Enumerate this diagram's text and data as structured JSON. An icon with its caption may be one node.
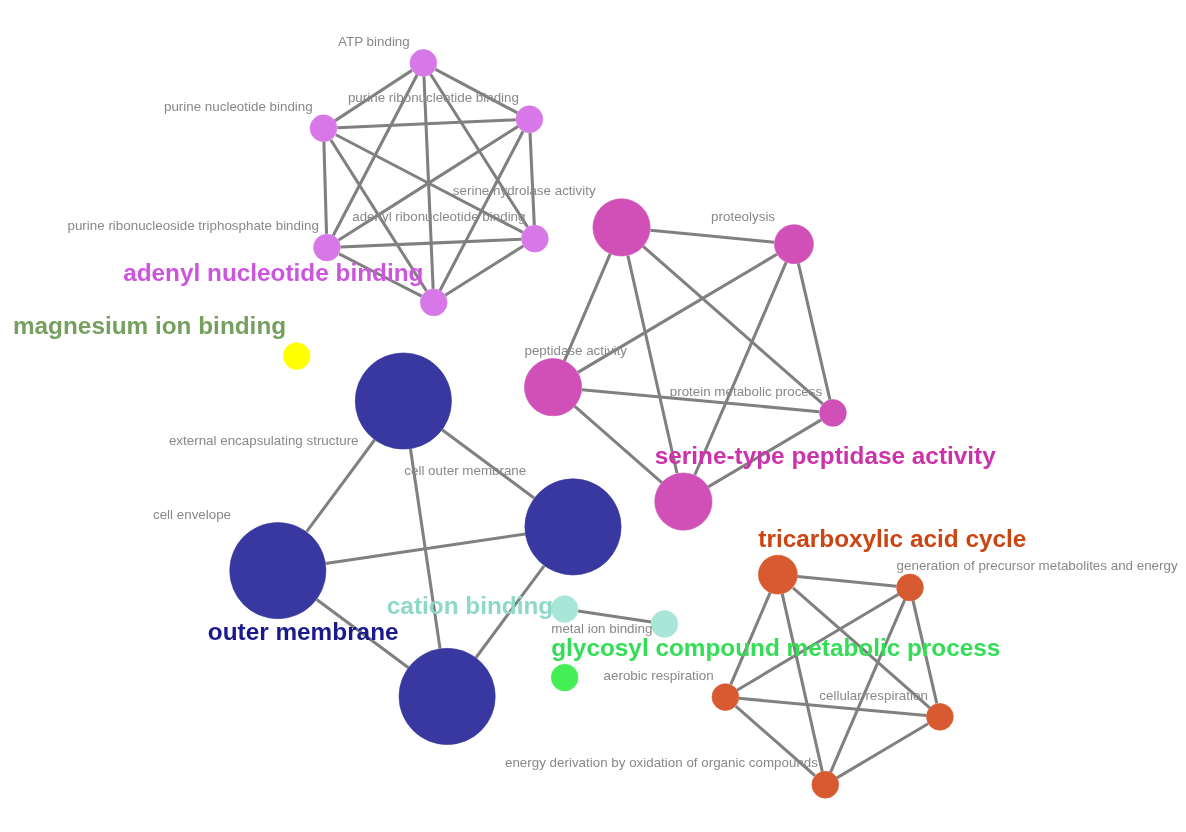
{
  "diagram": {
    "nodes": [
      {
        "text": [],
        "shape": "circle",
        "beside": [
          "cation binding"
        ]
      },
      {
        "text": [],
        "shape": "circle",
        "beside": [
          "metal ion binding"
        ]
      },
      {
        "text": [],
        "shape": "circle",
        "beside": [
          "cell envelope"
        ]
      },
      {
        "text": [],
        "shape": "circle",
        "beside": [
          "cell outer membrane"
        ]
      },
      {
        "text": [],
        "shape": "circle",
        "beside": [
          "outer membrane"
        ]
      },
      {
        "text": [],
        "shape": "circle",
        "beside": [
          "external encapsulating structure"
        ]
      },
      {
        "text": [],
        "shape": "circle",
        "beside": [
          "glycosyl compound metabolic process"
        ]
      },
      {
        "text": [],
        "shape": "circle",
        "beside": [
          "magnesium ion binding"
        ]
      },
      {
        "text": [],
        "shape": "circle",
        "beside": [
          "purine ribonucleoside triphosphate binding"
        ]
      },
      {
        "text": [],
        "shape": "circle",
        "beside": [
          "adenyl ribonucleotide binding"
        ]
      },
      {
        "text": [],
        "shape": "circle",
        "beside": [
          "adenyl nucleotide binding"
        ]
      },
      {
        "text": [],
        "shape": "circle",
        "beside": [
          "ATP binding"
        ]
      },
      {
        "text": [],
        "shape": "circle",
        "beside": [
          "purine ribonucleotide binding"
        ]
      },
      {
        "text": [],
        "shape": "circle",
        "beside": [
          "purine nucleotide binding"
        ]
      },
      {
        "text": [],
        "shape": "circle",
        "beside": [
          "peptidase activity"
        ]
      },
      {
        "text": [],
        "shape": "circle",
        "beside": [
          "protein metabolic process"
        ]
      },
      {
        "text": [],
        "shape": "circle",
        "beside": [
          "serine-type peptidase activity"
        ]
      },
      {
        "text": [],
        "shape": "circle",
        "beside": [
          "serine hydrolase activity"
        ]
      },
      {
        "text": [],
        "shape": "circle",
        "beside": [
          "proteolysis"
        ]
      },
      {
        "text": [],
        "shape": "circle",
        "beside": [
          "aerobic respiration"
        ]
      },
      {
        "text": [],
        "shape": "circle",
        "beside": [
          "cellular respiration"
        ]
      },
      {
        "text": [],
        "shape": "circle",
        "beside": [
          "energy derivation by oxidation of organic compounds"
        ]
      },
      {
        "text": [],
        "shape": "circle",
        "beside": [
          "tricarboxylic acid cycle"
        ]
      },
      {
        "text": [],
        "shape": "circle",
        "beside": [
          "generation of precursor metabolites and energy"
        ]
      }
    ],
    "edges": [
      {
        "from": 0,
        "to": 1,
        "arrow": "none"
      },
      {
        "from": 2,
        "to": 3,
        "arrow": "none"
      },
      {
        "from": 2,
        "to": 4,
        "arrow": "none"
      },
      {
        "from": 2,
        "to": 5,
        "arrow": "none"
      },
      {
        "from": 3,
        "to": 4,
        "arrow": "none"
      },
      {
        "from": 3,
        "to": 5,
        "arrow": "none"
      },
      {
        "from": 4,
        "to": 5,
        "arrow": "none"
      },
      {
        "from": 8,
        "to": 9,
        "arrow": "none"
      },
      {
        "from": 8,
        "to": 10,
        "arrow": "none"
      },
      {
        "from": 8,
        "to": 11,
        "arrow": "none"
      },
      {
        "from": 8,
        "to": 12,
        "arrow": "none"
      },
      {
        "from": 8,
        "to": 13,
        "arrow": "none"
      },
      {
        "from": 9,
        "to": 10,
        "arrow": "none"
      },
      {
        "from": 9,
        "to": 11,
        "arrow": "none"
      },
      {
        "from": 9,
        "to": 12,
        "arrow": "none"
      },
      {
        "from": 9,
        "to": 13,
        "arrow": "none"
      },
      {
        "from": 10,
        "to": 11,
        "arrow": "none"
      },
      {
        "from": 10,
        "to": 12,
        "arrow": "none"
      },
      {
        "from": 10,
        "to": 13,
        "arrow": "none"
      },
      {
        "from": 11,
        "to": 12,
        "arrow": "none"
      },
      {
        "from": 11,
        "to": 13,
        "arrow": "none"
      },
      {
        "from": 12,
        "to": 13,
        "arrow": "none"
      },
      {
        "from": 14,
        "to": 15,
        "arrow": "none"
      },
      {
        "from": 14,
        "to": 16,
        "arrow": "none"
      },
      {
        "from": 14,
        "to": 17,
        "arrow": "none"
      },
      {
        "from": 14,
        "to": 18,
        "arrow": "none"
      },
      {
        "from": 15,
        "to": 16,
        "arrow": "none"
      },
      {
        "from": 15,
        "to": 17,
        "arrow": "none"
      },
      {
        "from": 15,
        "to": 18,
        "arrow": "none"
      },
      {
        "from": 16,
        "to": 17,
        "arrow": "none"
      },
      {
        "from": 16,
        "to": 18,
        "arrow": "none"
      },
      {
        "from": 17,
        "to": 18,
        "arrow": "none"
      },
      {
        "from": 20,
        "to": 19,
        "arrow": "none"
      },
      {
        "from": 20,
        "to": 21,
        "arrow": "none"
      },
      {
        "from": 20,
        "to": 22,
        "arrow": "none"
      },
      {
        "from": 20,
        "to": 23,
        "arrow": "none"
      },
      {
        "from": 19,
        "to": 21,
        "arrow": "none"
      },
      {
        "from": 19,
        "to": 22,
        "arrow": "none"
      },
      {
        "from": 19,
        "to": 23,
        "arrow": "none"
      },
      {
        "from": 21,
        "to": 22,
        "arrow": "none"
      },
      {
        "from": 21,
        "to": 23,
        "arrow": "none"
      },
      {
        "from": 22,
        "to": 23,
        "arrow": "none"
      }
    ]
  }
}
